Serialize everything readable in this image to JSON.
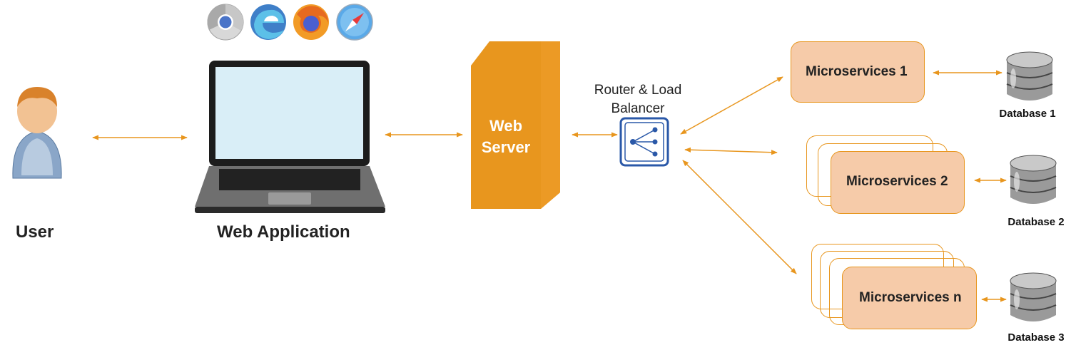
{
  "user": {
    "label": "User",
    "icon": "user-avatar-icon"
  },
  "web_app": {
    "label": "Web Application",
    "browsers": [
      "chrome-icon",
      "edge-icon",
      "firefox-icon",
      "safari-icon"
    ],
    "icon": "laptop-icon"
  },
  "web_server": {
    "line1": "Web",
    "line2": "Server"
  },
  "router": {
    "line1": "Router & Load",
    "line2": "Balancer",
    "icon": "load-balancer-icon"
  },
  "microservices": [
    {
      "label": "Microservices 1",
      "database": "Database 1"
    },
    {
      "label": "Microservices 2",
      "database": "Database 2"
    },
    {
      "label": "Microservices n",
      "database": "Database 3"
    }
  ],
  "colors": {
    "accent": "#e8961e",
    "box_fill": "#f6cba9",
    "router_blue": "#2a58a8"
  }
}
